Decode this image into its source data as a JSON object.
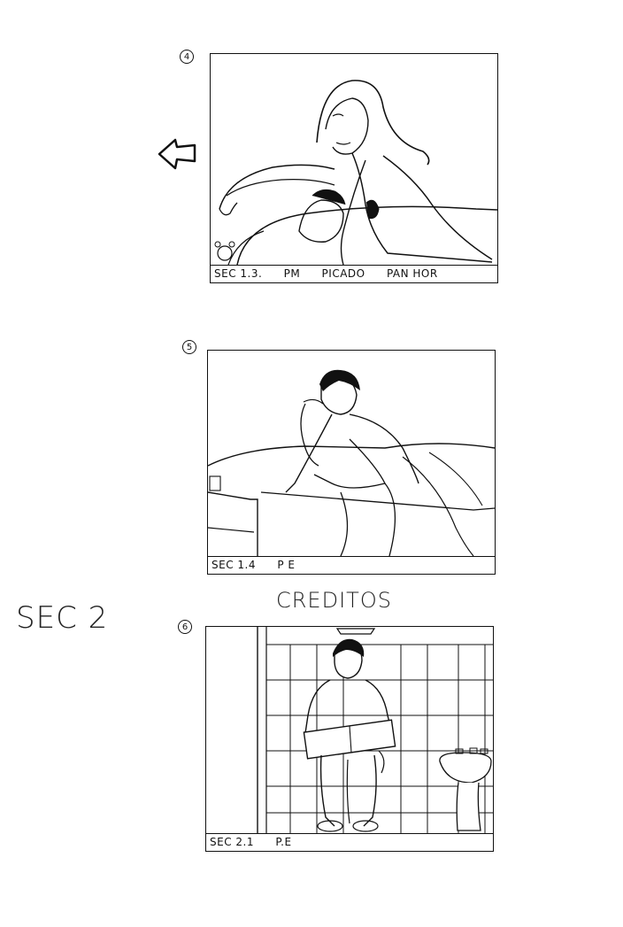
{
  "panels": [
    {
      "number": "4",
      "caption": [
        "SEC 1.3.",
        "PM",
        "PICADO",
        "PAN HOR"
      ],
      "icons": [
        "alarm-clock-icon",
        "woman-figure-icon",
        "man-sleeping-icon"
      ]
    },
    {
      "number": "5",
      "caption": [
        "SEC 1.4",
        "P E"
      ],
      "icons": [
        "man-sitting-icon",
        "woman-figure-icon",
        "nightstand-icon",
        "bed-icon"
      ]
    },
    {
      "number": "6",
      "caption": [
        "SEC 2.1",
        "P.E"
      ],
      "icons": [
        "man-reading-icon",
        "toilet-icon",
        "sink-icon",
        "tile-wall-icon"
      ]
    }
  ],
  "margin_label": "SEC 2",
  "credits_label": "CREDITOS",
  "colors": {
    "ink": "#111111",
    "paper": "#ffffff"
  }
}
